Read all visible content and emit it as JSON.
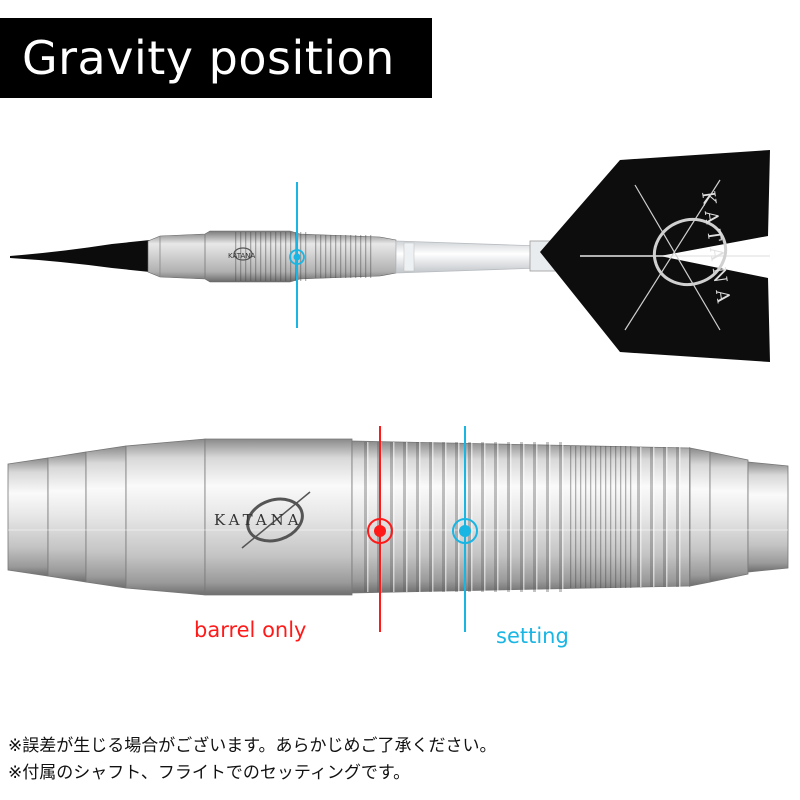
{
  "title": "Gravity position",
  "logo_text": "KATANA",
  "labels": {
    "barrel_only": "barrel only",
    "setting": "setting"
  },
  "notes": [
    "※誤差が生じる場合がございます。あらかじめご了承ください。",
    "※付属のシャフト、フライトでのセッティングです。"
  ],
  "colors": {
    "barrel_only": "#ff1a1a",
    "setting": "#19b6e4",
    "title_bg": "#000000"
  }
}
